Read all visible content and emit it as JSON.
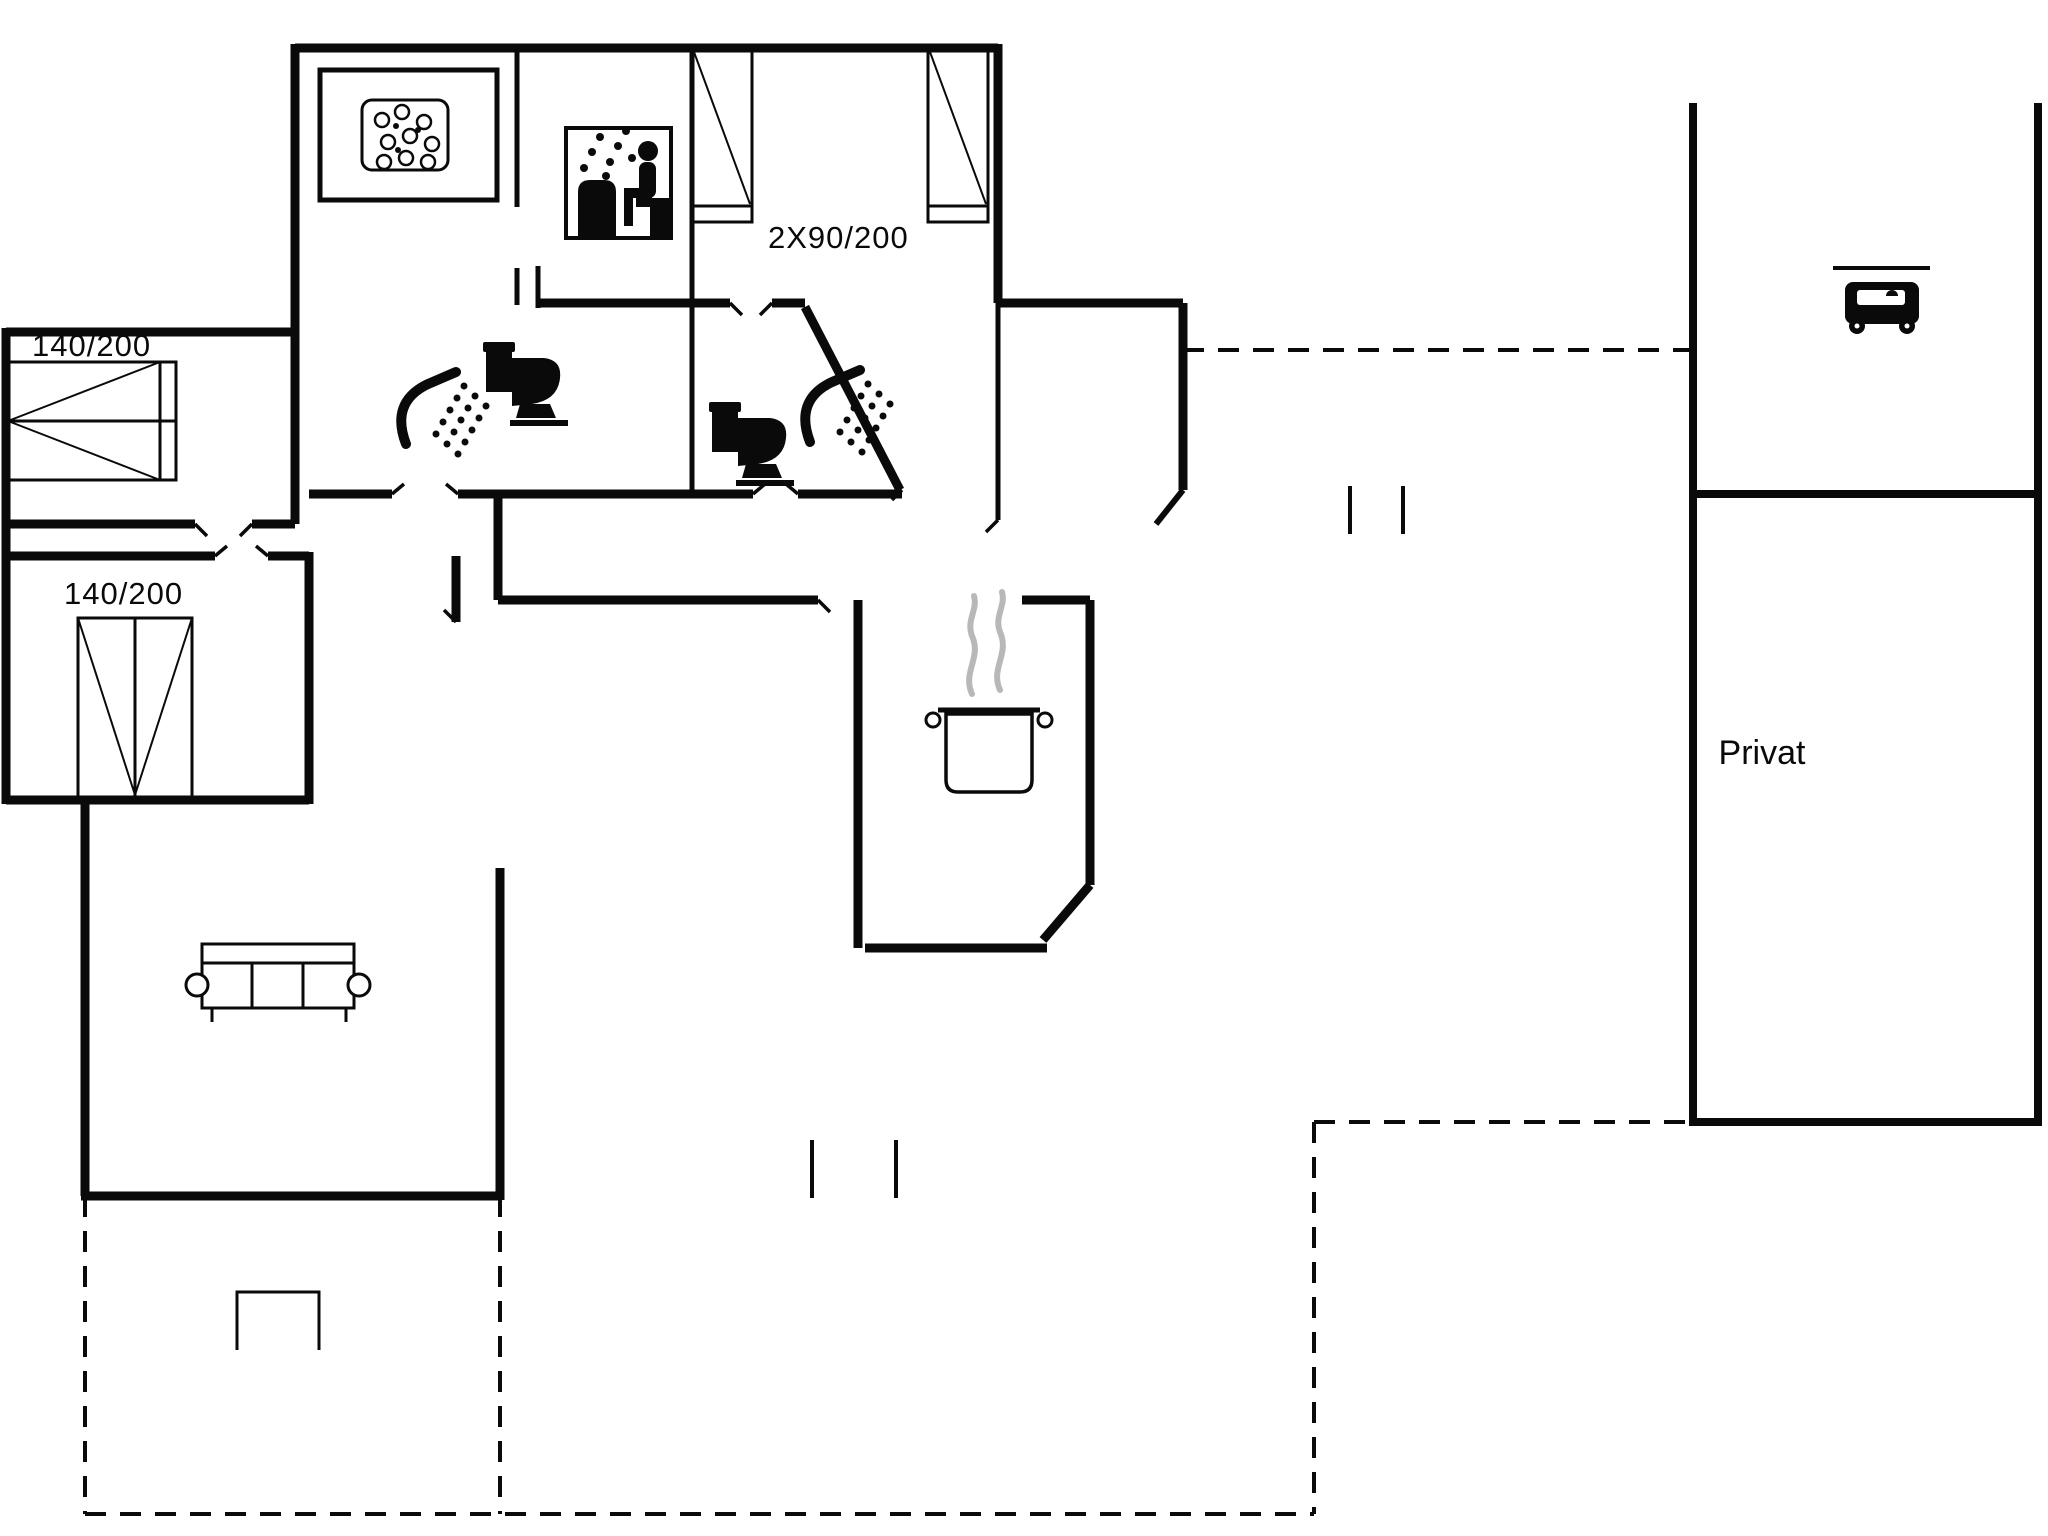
{
  "colors": {
    "background": "#ffffff",
    "lines": "#0a0a0a",
    "steam": "#b8b8b8"
  },
  "labels": {
    "bedroom1_bed": "140/200",
    "bedroom2_bed": "140/200",
    "double_bedroom_beds": "2X90/200",
    "private_room": "Privat"
  },
  "icons": {
    "whirlpool-icon": "tub with bubbles (spa/whirlpool)",
    "sauna-icon": "person seated in sauna with steam and heater",
    "shower-icon": "shower head with spray dots (x2)",
    "toilet-icon": "toilet silhouette (x2)",
    "cooking-pot-icon": "steaming pot on stove (kitchen)",
    "sofa-icon": "three seat sofa (living room)",
    "car-icon": "car in carport",
    "bed-icon": "bed rectangles with fold diagonals"
  }
}
